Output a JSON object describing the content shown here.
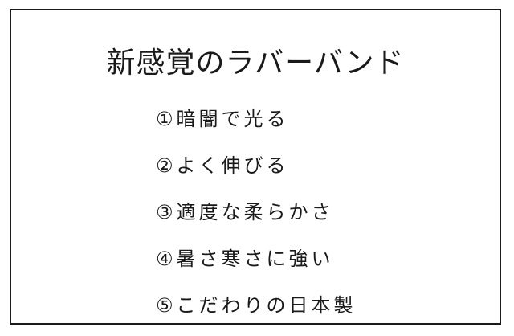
{
  "document": {
    "title": "新感覚のラバーバンド",
    "features": [
      "①暗闇で光る",
      "②よく伸びる",
      "③適度な柔らかさ",
      "④暑さ寒さに強い",
      "⑤こだわりの日本製"
    ]
  }
}
